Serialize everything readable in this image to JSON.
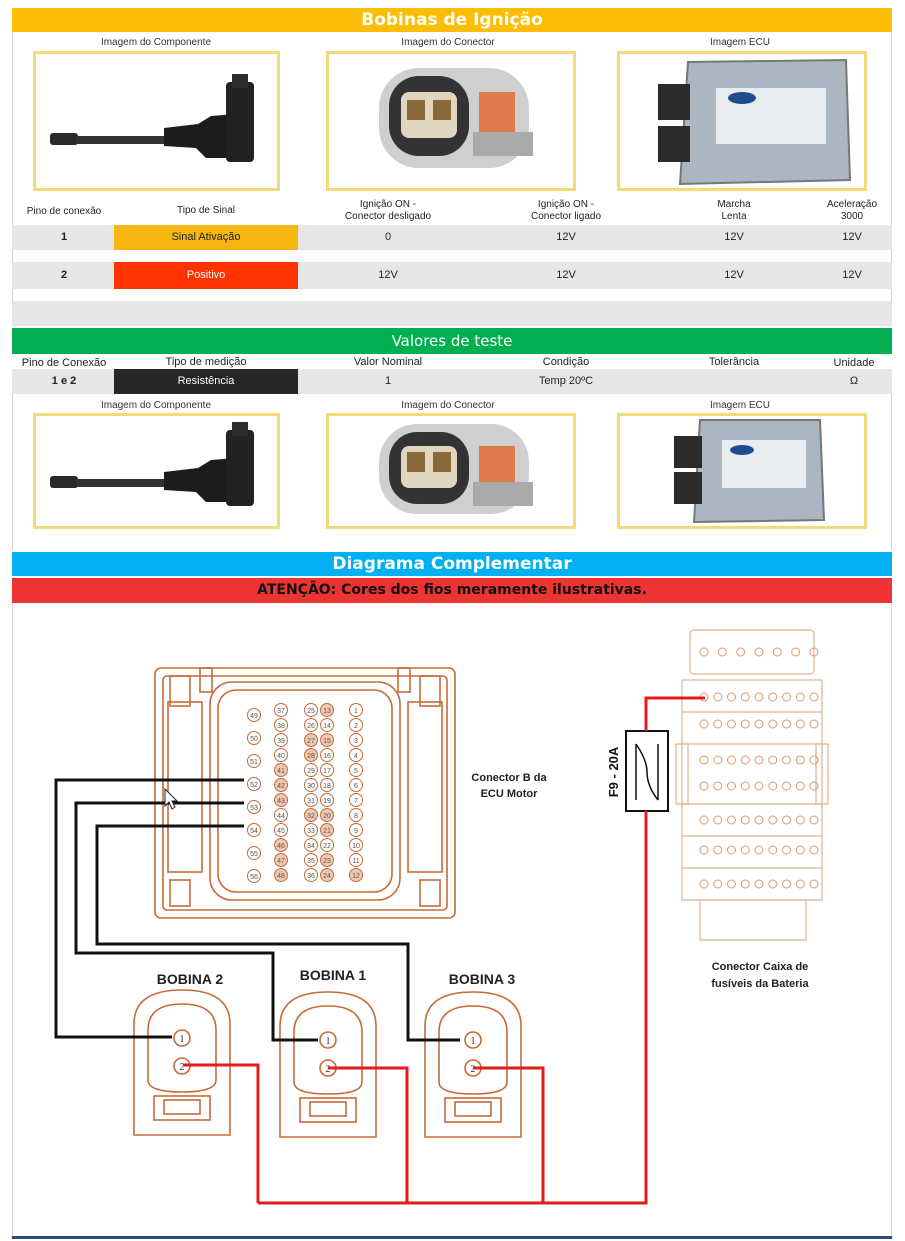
{
  "section1": {
    "title": "Bobinas de Ignição",
    "captions": [
      "Imagem do Componente",
      "Imagem do Conector",
      "Imagem ECU"
    ],
    "headers": {
      "pin": "Pino de conexão",
      "signal": "Tipo de Sinal",
      "ign_off_1": "Ignição ON -",
      "ign_off_2": "Conector desligado",
      "ign_on_1": "Ignição ON -",
      "ign_on_2": "Conector ligado",
      "idle_1": "Marcha",
      "idle_2": "Lenta",
      "accel_1": "Aceleração",
      "accel_2": "3000"
    },
    "rows": [
      {
        "pin": "1",
        "signal": "Sinal Ativação",
        "off": "0",
        "on": "12V",
        "idle": "12V",
        "accel": "12V",
        "color": "#f5b70f"
      },
      {
        "pin": "2",
        "signal": "Positivo",
        "off": "12V",
        "on": "12V",
        "idle": "12V",
        "accel": "12V",
        "color": "#ff3300"
      }
    ]
  },
  "section2": {
    "title": "Valores de teste",
    "headers": {
      "pin": "Pino de Conexão",
      "type": "Tipo de medição",
      "nominal": "Valor Nominal",
      "cond": "Condição",
      "tol": "Tolerância",
      "unit": "Unidade"
    },
    "row": {
      "pin": "1 e 2",
      "type": "Resistência",
      "nominal": "1",
      "cond": "Temp 20ºC",
      "tol": "",
      "unit": "Ω"
    },
    "captions": [
      "Imagem do Componente",
      "Imagem do Conector",
      "Imagem ECU"
    ]
  },
  "section3": {
    "title": "Diagrama Complementar",
    "warning": "ATENÇÃO: Cores dos fios meramente ilustrativas."
  },
  "diagram": {
    "ecu_label_1": "Conector B da",
    "ecu_label_2": "ECU Motor",
    "fuse_label": "F9 - 20A",
    "fusebox_label_1": "Conector Caixa de",
    "fusebox_label_2": "fusíveis da Bateria",
    "coil_labels": [
      "BOBINA 2",
      "BOBINA 1",
      "BOBINA 3"
    ],
    "pin_one": "1",
    "pin_two": "2",
    "ecu_pins_col1": [
      "49",
      "50",
      "51",
      "52",
      "53",
      "54",
      "55",
      "56"
    ],
    "ecu_pins_col2": [
      "37",
      "38",
      "39",
      "40",
      "41",
      "42",
      "43",
      "44",
      "45",
      "46",
      "47",
      "48"
    ],
    "ecu_pins_col3": [
      "25",
      "26",
      "27",
      "28",
      "29",
      "30",
      "31",
      "32",
      "33",
      "34",
      "35",
      "36"
    ],
    "ecu_pins_col4": [
      "13",
      "14",
      "15",
      "16",
      "17",
      "18",
      "19",
      "20",
      "21",
      "22",
      "23",
      "24"
    ],
    "ecu_pins_col5": [
      "1",
      "2",
      "3",
      "4",
      "5",
      "6",
      "7",
      "8",
      "9",
      "10",
      "11",
      "12"
    ]
  },
  "colors": {
    "yellow": "#fbbd05",
    "green": "#00b050",
    "blue": "#00b0f0",
    "red": "#ee3333",
    "wire_red": "#e21b1b",
    "wire_black": "#111111",
    "connector": "#c66a3a"
  }
}
